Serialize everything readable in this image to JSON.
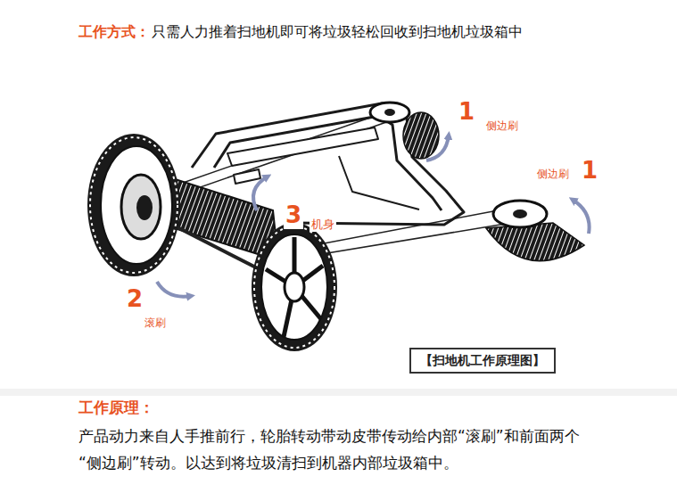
{
  "diagram": {
    "title": "工作方式：",
    "caption": "【扫地机工作原理图】",
    "labels": [
      "只需人力推着扫地机即可将垃圾轻松回收到扫地机垃圾箱中",
      "1",
      "侧边刷",
      "侧边刷",
      "1",
      "3",
      "机身",
      "2",
      "滚刷",
      "工作原理：",
      "产品动力来自人手推前行，轮胎转动带动皮带传动给内部“滚刷”和前面两个“侧边刷”转动。以达到将垃圾清扫到机器内部垃圾箱中。"
    ]
  }
}
